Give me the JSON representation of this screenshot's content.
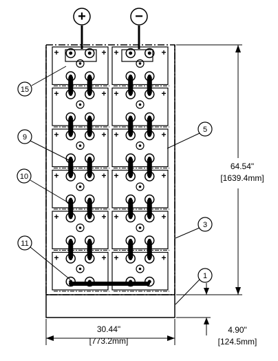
{
  "diagram": {
    "terminals": {
      "positive_symbol": "+",
      "negative_symbol": "−"
    },
    "callouts": [
      {
        "id": "callout-15",
        "label": "15"
      },
      {
        "id": "callout-9",
        "label": "9"
      },
      {
        "id": "callout-10",
        "label": "10"
      },
      {
        "id": "callout-11",
        "label": "11"
      },
      {
        "id": "callout-5",
        "label": "5"
      },
      {
        "id": "callout-3",
        "label": "3"
      },
      {
        "id": "callout-1",
        "label": "1"
      }
    ],
    "dimensions": {
      "height_in": "64.54\"",
      "height_mm": "[1639.4mm]",
      "width_in": "30.44\"",
      "width_mm": "[773.2mm]",
      "base_in": "4.90\"",
      "base_mm": "[124.5mm]"
    },
    "cell_symbol": "+",
    "colors": {
      "line": "#000000",
      "background": "#ffffff"
    }
  }
}
